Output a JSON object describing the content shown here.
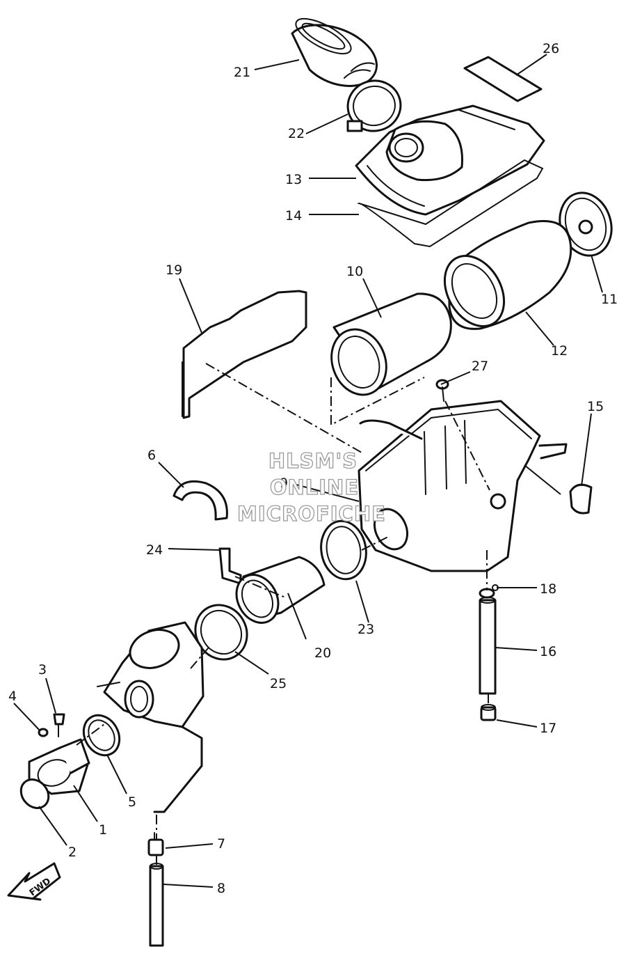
{
  "watermark": {
    "line1": "HLSM'S",
    "line2": "ONLINE",
    "line3": "MICROFICHE"
  },
  "direction_arrow_label": "FWD",
  "callouts": [
    {
      "id": "1",
      "label": "1"
    },
    {
      "id": "2",
      "label": "2"
    },
    {
      "id": "3",
      "label": "3"
    },
    {
      "id": "4",
      "label": "4"
    },
    {
      "id": "5",
      "label": "5"
    },
    {
      "id": "6",
      "label": "6"
    },
    {
      "id": "7",
      "label": "7"
    },
    {
      "id": "8",
      "label": "8"
    },
    {
      "id": "9",
      "label": "9"
    },
    {
      "id": "10",
      "label": "10"
    },
    {
      "id": "11",
      "label": "11"
    },
    {
      "id": "12",
      "label": "12"
    },
    {
      "id": "13",
      "label": "13"
    },
    {
      "id": "14",
      "label": "14"
    },
    {
      "id": "15",
      "label": "15"
    },
    {
      "id": "16",
      "label": "16"
    },
    {
      "id": "17",
      "label": "17"
    },
    {
      "id": "18",
      "label": "18"
    },
    {
      "id": "19",
      "label": "19"
    },
    {
      "id": "20",
      "label": "20"
    },
    {
      "id": "21",
      "label": "21"
    },
    {
      "id": "22",
      "label": "22"
    },
    {
      "id": "23",
      "label": "23"
    },
    {
      "id": "24",
      "label": "24"
    },
    {
      "id": "25",
      "label": "25"
    },
    {
      "id": "26",
      "label": "26"
    },
    {
      "id": "27",
      "label": "27"
    }
  ]
}
